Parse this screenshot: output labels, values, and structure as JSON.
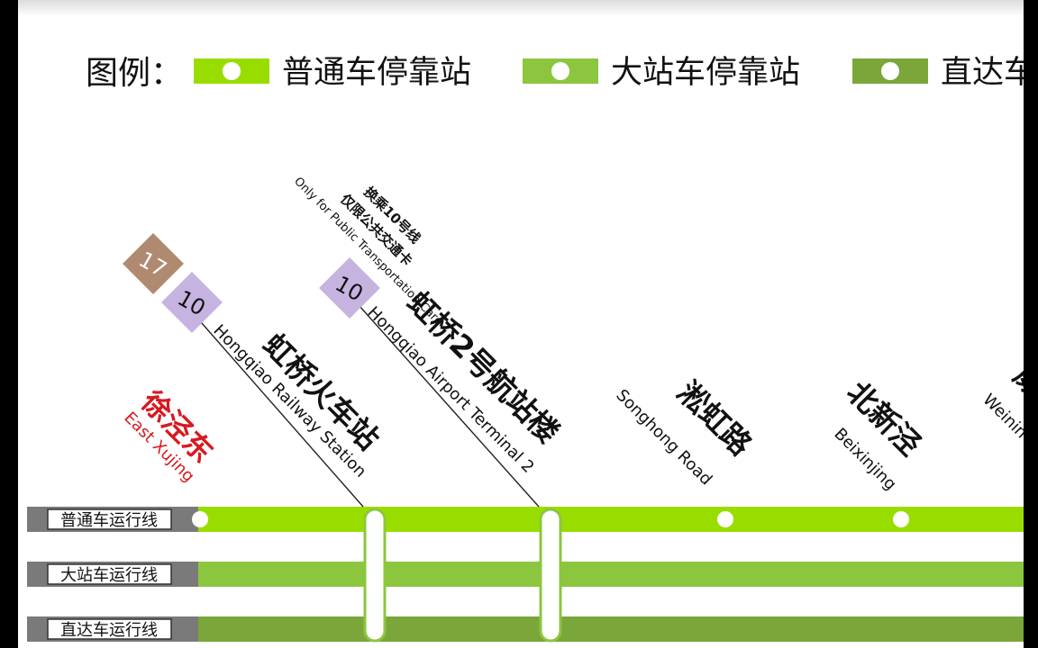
{
  "legend": {
    "title": "图例：",
    "items": [
      {
        "label": "普通车停靠站",
        "color": "#99dd00"
      },
      {
        "label": "大站车停靠站",
        "color": "#8cc63f"
      },
      {
        "label": "直达车",
        "color": "#7aa63a"
      }
    ]
  },
  "tracks": [
    {
      "label": "普通车运行线",
      "color": "#99dd00"
    },
    {
      "label": "大站车运行线",
      "color": "#8cc63f"
    },
    {
      "label": "直达车运行线",
      "color": "#7aa63a"
    }
  ],
  "stations": [
    {
      "id": "east-xujing",
      "name_cn": "徐泾东",
      "name_en": "East Xujing",
      "name_color": "#d71920",
      "transfers": [],
      "note_cn": [],
      "note_en": ""
    },
    {
      "id": "hongqiao-railway",
      "name_cn": "虹桥火车站",
      "name_en": "Hongqiao Railway Station",
      "name_color": "#111111",
      "transfers": [
        {
          "line": "17",
          "color": "#b08a70"
        },
        {
          "line": "10",
          "color": "#c6b3e0"
        }
      ],
      "note_cn": [],
      "note_en": ""
    },
    {
      "id": "hongqiao-t2",
      "name_cn": "虹桥2号航站楼",
      "name_en": "Hongqiao Airport Terminal 2",
      "name_color": "#111111",
      "transfers": [
        {
          "line": "10",
          "color": "#c6b3e0"
        }
      ],
      "note_cn": [
        "换乘10号线",
        "仅限公共交通卡"
      ],
      "note_en": "Only for Public Transportation Card"
    },
    {
      "id": "songhong-road",
      "name_cn": "淞虹路",
      "name_en": "Songhong Road",
      "name_color": "#111111",
      "transfers": [],
      "note_cn": [],
      "note_en": ""
    },
    {
      "id": "beixinjing",
      "name_cn": "北新泾",
      "name_en": "Beixinjing",
      "name_color": "#111111",
      "transfers": [],
      "note_cn": [],
      "note_en": ""
    },
    {
      "id": "weining-road",
      "name_cn": "威",
      "name_en": "Weinin",
      "name_color": "#111111",
      "transfers": [],
      "note_cn": [],
      "note_en": ""
    }
  ]
}
